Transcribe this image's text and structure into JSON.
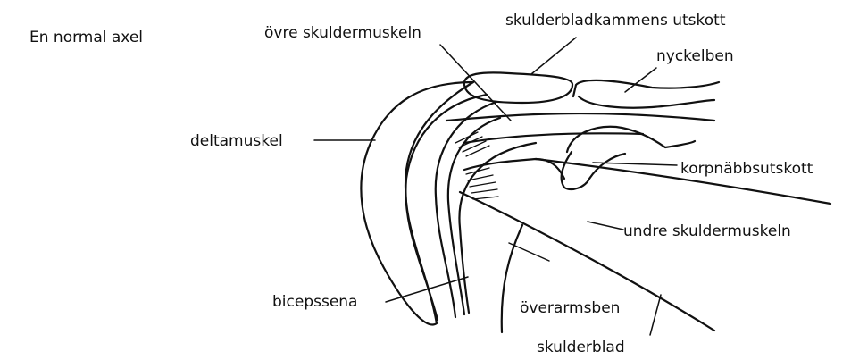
{
  "diagram": {
    "title": "En normal axel",
    "labels": {
      "upper_shoulder_muscle": "övre skuldermuskeln",
      "acromion": "skulderbladkammens utskott",
      "collarbone": "nyckelben",
      "deltoid": "deltamuskel",
      "coracoid": "korpnäbbsutskott",
      "subscapularis": "undre skuldermuskeln",
      "biceps_tendon": "bicepssena",
      "humerus": "överarmsben",
      "shoulder_blade": "skulderblad"
    }
  }
}
